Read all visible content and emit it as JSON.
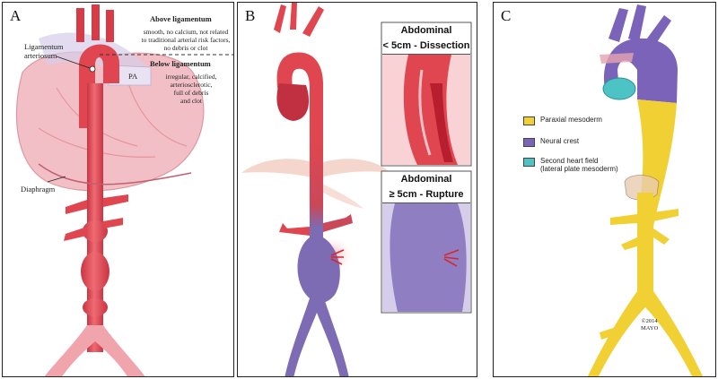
{
  "panel_a": {
    "letter": "A",
    "above_title": "Above ligamentum",
    "above_lines": [
      "smooth, no calcium, not related",
      "to traditional arterial risk factors,",
      "no debris or clot"
    ],
    "below_title": "Below ligamentum",
    "below_lines": [
      "irregular, calcified,",
      "arteriosclerotic,",
      "full of debris",
      "and clot"
    ],
    "ligamentum_lines": [
      "Ligamentum",
      "arteriosum"
    ],
    "pa_label": "PA",
    "diaphragm_label": "Diaphragm"
  },
  "panel_b": {
    "letter": "B",
    "inset_top": {
      "title": "Abdominal",
      "subtitle": "< 5cm - Dissection"
    },
    "inset_bottom": {
      "title": "Abdominal",
      "subtitle": "≥ 5cm - Rupture"
    }
  },
  "panel_c": {
    "letter": "C",
    "legend": [
      {
        "label_lines": [
          "Paraxial mesoderm"
        ],
        "color": "#f0d033"
      },
      {
        "label_lines": [
          "Neural crest"
        ],
        "color": "#7a63b8"
      },
      {
        "label_lines": [
          "Second heart field",
          "(lateral plate mesoderm)"
        ],
        "color": "#4dc3c6"
      }
    ],
    "copyright_lines": [
      "©2014",
      "MAYO"
    ]
  },
  "colors": {
    "aorta_red": "#e0464f",
    "aorta_dark": "#b02a35",
    "vein_purple": "#7d6bb3",
    "heart_pink": "#f2b5bd",
    "yellow": "#f0d033",
    "purple": "#7a63b8",
    "teal": "#4dc3c6"
  }
}
